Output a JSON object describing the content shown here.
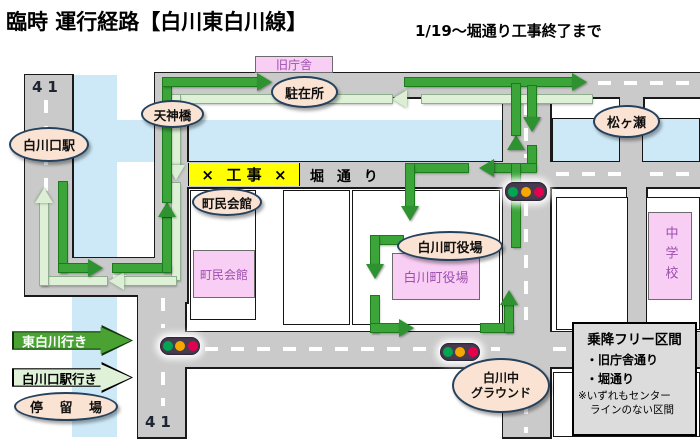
{
  "title": "臨時 運行経路【白川東白川線】",
  "subtitle": "1/19～堀通り工事終了まで",
  "routes": {
    "higashi": {
      "label": "東白川行き",
      "color": "#3ba53a"
    },
    "ekimae": {
      "label": "白川口駅行き",
      "color": "#def1d6"
    }
  },
  "legend": {
    "stop_label": "停 留 場"
  },
  "stops": {
    "shirakawaguchi_station": "白川口駅",
    "tenjinbashi": "天神橋",
    "chuzaisho": "駐在所",
    "chominkaikan": "町民会館",
    "yakuba": "白川町役場",
    "matsugase": "松ヶ瀬",
    "ground_line1": "白川中",
    "ground_line2": "グラウンド"
  },
  "buildings": {
    "kyuchosha": "旧庁舎",
    "chominkaikan": "町民会館",
    "yakuba": "白川町役場",
    "chugakko": "中学校"
  },
  "road_labels": {
    "route41_top": "41",
    "route41_bottom": "41",
    "hori_dori": "堀 通 り",
    "construction": "工 事",
    "construction_x": "×"
  },
  "free_zone": {
    "title": "乗降フリー区間",
    "items": [
      "・旧庁舎通り",
      "・堀通り"
    ],
    "note1": "※いずれもセンター",
    "note2": "ラインのない区間"
  },
  "colors": {
    "road": "#cacaca",
    "river": "#cde9f7",
    "construction_yellow": "#ffff00",
    "stop_fill": "#fbe3d3",
    "stop_border": "#24425e",
    "building_pink": "#f9cef4",
    "free_zone_bg": "#dcdcdc",
    "signal_green": "#00a650",
    "signal_yellow": "#f7a800",
    "signal_red": "#e5004f"
  }
}
